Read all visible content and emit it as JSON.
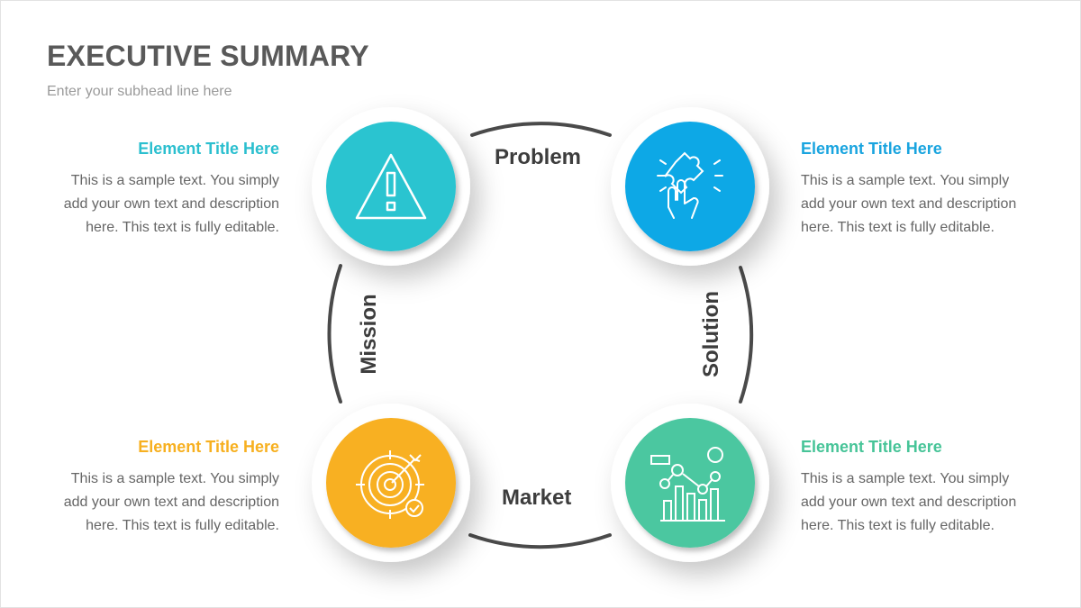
{
  "header": {
    "title": "EXECUTIVE SUMMARY",
    "subhead": "Enter your subhead line here"
  },
  "cycle": {
    "labels": {
      "top": "Problem",
      "right": "Solution",
      "bottom": "Market",
      "left": "Mission"
    }
  },
  "elements": [
    {
      "title": "Element Title Here",
      "text": "This is a sample text. You simply add your own text and description here. This text is fully editable.",
      "color": "#2bbfcf",
      "icon": "warning-icon"
    },
    {
      "title": "Element Title Here",
      "text": "This is a sample text. You simply add your own text and description here. This text is fully editable.",
      "color": "#19a4df",
      "icon": "puzzle-hand-icon"
    },
    {
      "title": "Element Title Here",
      "text": "This is a sample text. You simply add your own text and description here. This text is fully editable.",
      "color": "#f7b020",
      "icon": "target-icon"
    },
    {
      "title": "Element Title Here",
      "text": "This is a sample text. You simply add your own text and description here. This text is fully editable.",
      "color": "#47c498",
      "icon": "market-chart-icon"
    }
  ]
}
